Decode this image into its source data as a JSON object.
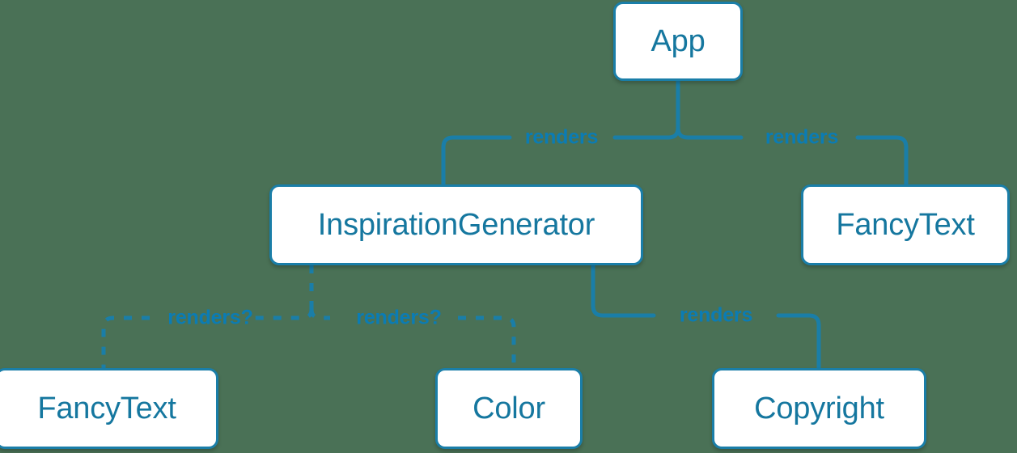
{
  "diagram": {
    "type": "component-tree",
    "background_color": "#4a7156",
    "node_fill": "#ffffff",
    "node_stroke": "#1a7ea8",
    "node_text_color": "#15779f",
    "edge_color": "#1a7ea8",
    "edge_label_color": "#0b7cb4",
    "nodes": [
      {
        "id": "app",
        "label": "App"
      },
      {
        "id": "inspiration-generator",
        "label": "InspirationGenerator"
      },
      {
        "id": "fancytext-right",
        "label": "FancyText"
      },
      {
        "id": "fancytext-bottom",
        "label": "FancyText"
      },
      {
        "id": "color",
        "label": "Color"
      },
      {
        "id": "copyright",
        "label": "Copyright"
      }
    ],
    "edges": [
      {
        "from": "app",
        "to": "inspiration-generator",
        "label": "renders",
        "style": "solid"
      },
      {
        "from": "app",
        "to": "fancytext-right",
        "label": "renders",
        "style": "solid"
      },
      {
        "from": "inspiration-generator",
        "to": "fancytext-bottom",
        "label": "renders?",
        "style": "dashed"
      },
      {
        "from": "inspiration-generator",
        "to": "color",
        "label": "renders?",
        "style": "dashed"
      },
      {
        "from": "inspiration-generator",
        "to": "copyright",
        "label": "renders",
        "style": "solid"
      }
    ],
    "edge_labels": {
      "app_to_inspiration": "renders",
      "app_to_fancytext": "renders",
      "inspiration_to_fancytext": "renders?",
      "inspiration_to_color": "renders?",
      "inspiration_to_copyright": "renders"
    }
  }
}
